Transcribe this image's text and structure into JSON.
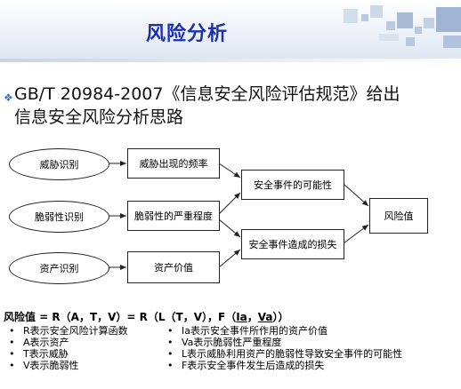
{
  "slide": {
    "title": "风险分析",
    "headline_line1": "GB/T 20984-2007《信息安全风险评估规范》给出",
    "headline_line2": "信息安全风险分析思路",
    "bullet_glyph": "❖"
  },
  "diagram": {
    "ellipses": [
      "威胁识别",
      "脆弱性识别",
      "资产识别"
    ],
    "col2": [
      "威胁出现的频率",
      "脆弱性的严重程度",
      "资产价值"
    ],
    "col3": [
      "安全事件的可能性",
      "安全事件造成的损失"
    ],
    "result": "风险值"
  },
  "formula": {
    "lead": "风险值",
    "body": " = R（A，T，V）= R（L（T，V），F（",
    "ia": "Ia",
    "comma": "，",
    "va": "Va",
    "end": "））"
  },
  "left_list": [
    "R表示安全风险计算函数",
    "A表示资产",
    "T表示威胁",
    "V表示脆弱性"
  ],
  "right_list": [
    "Ia表示安全事件所作用的资产价值",
    "Va表示脆弱性严重程度",
    "L表示威胁利用资产的脆弱性导致安全事件的可能性",
    "F表示安全事件发生后造成的损失"
  ],
  "colors": {
    "title": "#1b2fb0",
    "bullet": "#3b79c4",
    "header_decor": "#b9c9df"
  }
}
